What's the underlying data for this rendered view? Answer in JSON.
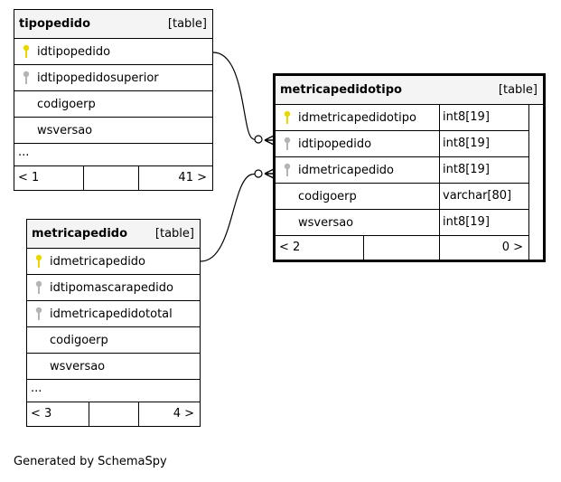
{
  "footer": "Generated by SchemaSpy",
  "tables": {
    "tipopedido": {
      "name": "tipopedido",
      "kind": "[table]",
      "columns": [
        "idtipopedido",
        "idtipopedidosuperior",
        "codigoerp",
        "wsversao"
      ],
      "more": "...",
      "parents": "< 1",
      "children": "41 >"
    },
    "metricapedido": {
      "name": "metricapedido",
      "kind": "[table]",
      "columns": [
        "idmetricapedido",
        "idtipomascarapedido",
        "idmetricapedidototal",
        "codigoerp",
        "wsversao"
      ],
      "more": "...",
      "parents": "< 3",
      "children": "4 >"
    },
    "metricapedidotipo": {
      "name": "metricapedidotipo",
      "kind": "[table]",
      "columns": [
        "idmetricapedidotipo",
        "idtipopedido",
        "idmetricapedido",
        "codigoerp",
        "wsversao"
      ],
      "types": [
        "int8[19]",
        "int8[19]",
        "int8[19]",
        "varchar[80]",
        "int8[19]"
      ],
      "parents": "< 2",
      "children": "0 >"
    }
  },
  "colors": {
    "primary_key": "#e8d800",
    "foreign_key": "#b4b4b4",
    "header_bg": "#f4f4f4"
  }
}
